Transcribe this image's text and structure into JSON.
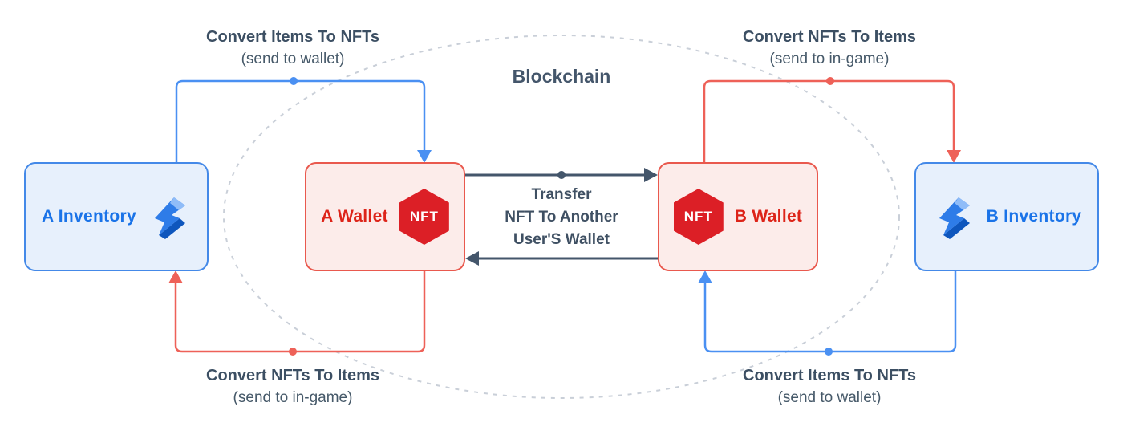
{
  "title": "Blockchain",
  "colors": {
    "blue_accent": "#4A90F2",
    "blue_text": "#1A73E8",
    "blue_box_fill": "#E7F0FC",
    "blue_box_border": "#4489E8",
    "red_accent": "#EE6158",
    "red_text": "#DD2419",
    "red_box_fill": "#FCECEA",
    "red_box_border": "#E9594E",
    "nft_badge_red": "#DC1F26",
    "slate_text": "#44566B",
    "ellipse_gray": "#C9CFD8"
  },
  "boxes": {
    "a_inventory": {
      "label": "A Inventory"
    },
    "a_wallet": {
      "label": "A Wallet",
      "badge": "NFT"
    },
    "b_wallet": {
      "label": "B Wallet",
      "badge": "NFT"
    },
    "b_inventory": {
      "label": "B Inventory"
    }
  },
  "flows": {
    "top_left": {
      "title": "Convert Items To NFTs",
      "subtitle": "(send to wallet)"
    },
    "top_right": {
      "title": "Convert NFTs To Items",
      "subtitle": "(send to in-game)"
    },
    "bottom_left": {
      "title": "Convert NFTs To Items",
      "subtitle": "(send to in-game)"
    },
    "bottom_right": {
      "title": "Convert Items To NFTs",
      "subtitle": "(send to wallet)"
    },
    "transfer": {
      "line1": "Transfer",
      "line2": "NFT To Another",
      "line3": "User'S Wallet"
    }
  }
}
